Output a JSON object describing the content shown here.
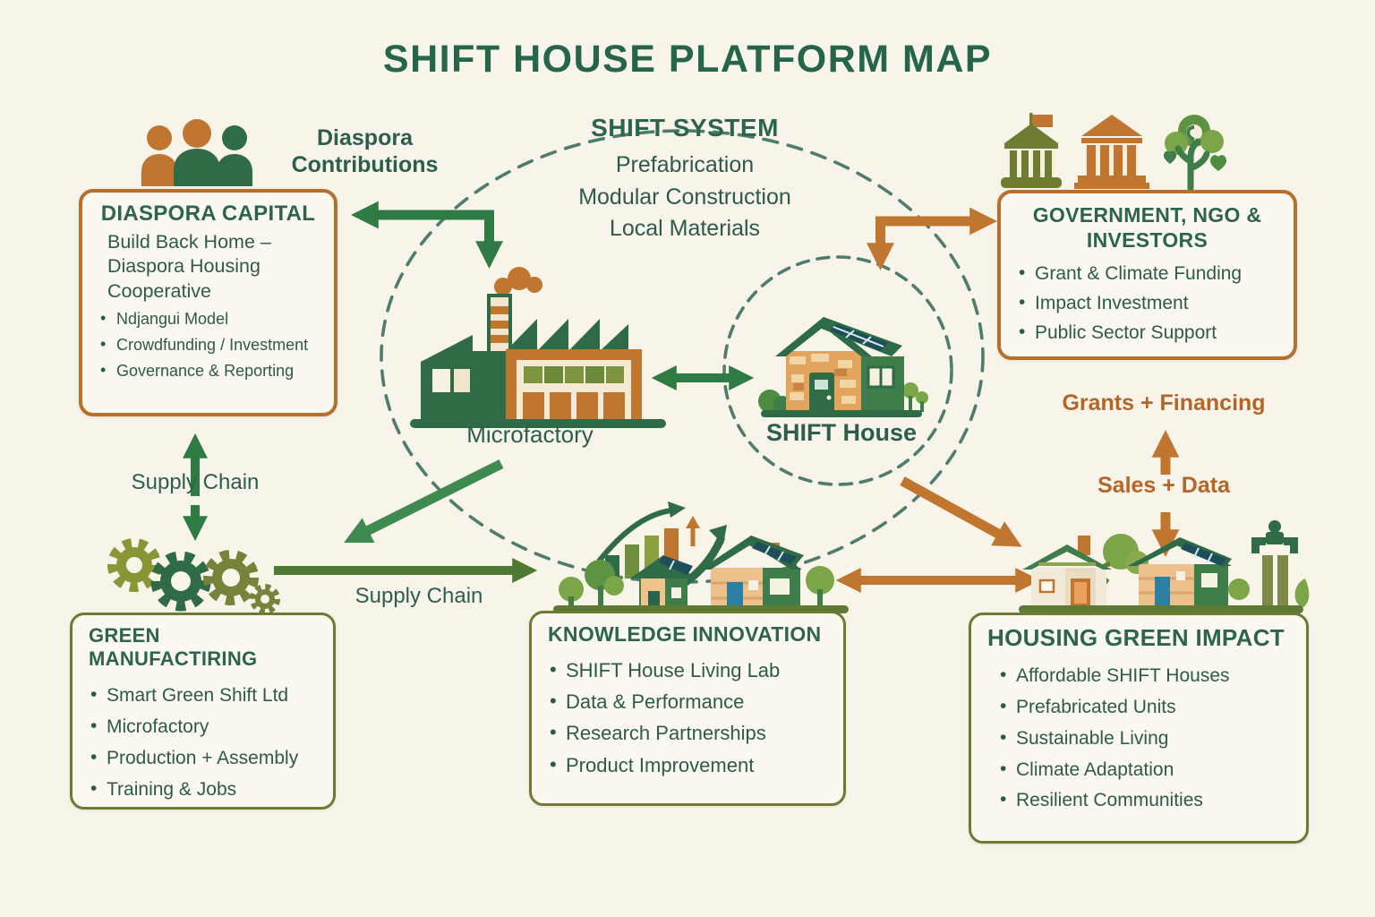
{
  "title": "SHIFT HOUSE PLATFORM MAP",
  "system": {
    "title": "SHIFT SYSTEM",
    "lines": [
      "Prefabrication",
      "Modular Construction",
      "Local Materials"
    ]
  },
  "nodes": {
    "microfactory": "Microfactory",
    "shift_house": "SHIFT House"
  },
  "flows": {
    "diaspora_contributions": "Diaspora Contributions",
    "supply_chain_left": "Supply Chain",
    "supply_chain_bottom": "Supply Chain",
    "grants_financing": "Grants + Financing",
    "sales_data": "Sales + Data"
  },
  "boxes": {
    "diaspora_capital": {
      "title": "DIASPORA CAPITAL",
      "subtitle": "Build Back Home – Diaspora Housing Cooperative",
      "bullets": [
        "Ndjangui Model",
        "Crowdfunding / Investment",
        "Governance & Reporting"
      ]
    },
    "government": {
      "title": "GOVERNMENT, NGO & INVESTORS",
      "bullets": [
        "Grant & Climate Funding",
        "Impact Investment",
        "Public Sector Support"
      ]
    },
    "green_manufacturing": {
      "title": "GREEN MANUFACTIRING",
      "bullets": [
        "Smart Green Shift Ltd",
        "Microfactory",
        "Production + Assembly",
        "Training & Jobs"
      ]
    },
    "knowledge_innovation": {
      "title": "KNOWLEDGE INNOVATION",
      "bullets": [
        "SHIFT House Living Lab",
        "Data & Performance",
        "Research Partnerships",
        "Product Improvement"
      ]
    },
    "housing_green_impact": {
      "title": "HOUSING GREEN IMPACT",
      "bullets": [
        "Affordable SHIFT Houses",
        "Prefabricated Units",
        "Sustainable Living",
        "Climate Adaptation",
        "Resilient Communities"
      ]
    }
  },
  "icons": {
    "people-icon": "three community figures",
    "government-building-icon": "civic building with flag",
    "bank-icon": "classical columned bank",
    "tree-hearts-icon": "tree with hearts",
    "factory-icon": "microfactory with chimney and smoke",
    "house-icon": "SHIFT house with solar roof",
    "gears-icon": "manufacturing gears",
    "growth-chart-icon": "rising bar chart with arrows",
    "eco-houses-icon": "solar houses with trees",
    "community-houses-icon": "houses with water tap"
  },
  "colors": {
    "dark_green": "#2d6a4f",
    "arrow_green": "#2f7b43",
    "olive": "#6d7a31",
    "orange": "#c0762f",
    "orange_text": "#b4652a",
    "dash_teal": "#4e7d6c",
    "background": "#f8f4ea",
    "box_background": "#fbf8f0"
  }
}
